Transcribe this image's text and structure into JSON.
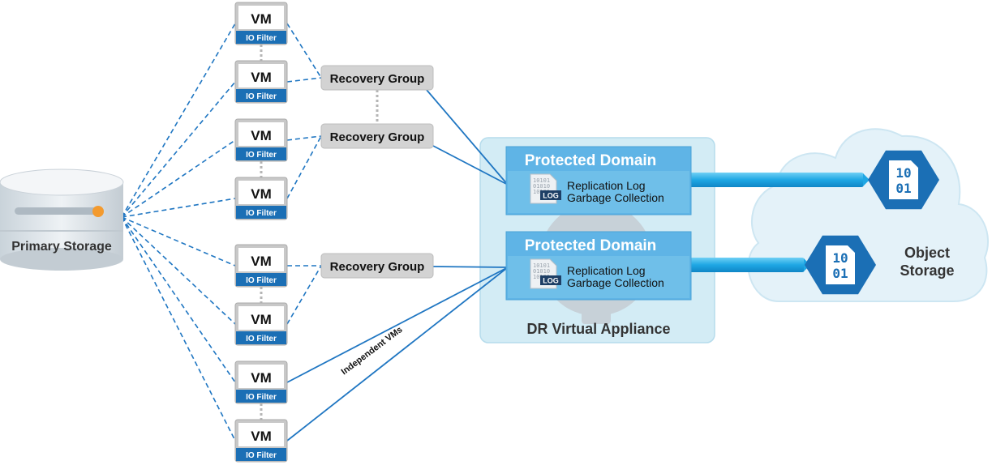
{
  "primary_storage": {
    "label": "Primary Storage"
  },
  "vms": [
    {
      "title": "VM",
      "filter": "IO Filter"
    },
    {
      "title": "VM",
      "filter": "IO Filter"
    },
    {
      "title": "VM",
      "filter": "IO Filter"
    },
    {
      "title": "VM",
      "filter": "IO Filter"
    },
    {
      "title": "VM",
      "filter": "IO Filter"
    },
    {
      "title": "VM",
      "filter": "IO Filter"
    },
    {
      "title": "VM",
      "filter": "IO Filter"
    },
    {
      "title": "VM",
      "filter": "IO Filter"
    }
  ],
  "recovery_groups": [
    {
      "label": "Recovery Group"
    },
    {
      "label": "Recovery Group"
    },
    {
      "label": "Recovery Group"
    }
  ],
  "independent_vms": {
    "label": "Independent VMs"
  },
  "appliance": {
    "label": "DR Virtual Appliance",
    "domains": [
      {
        "title": "Protected Domain",
        "line1": "Replication Log",
        "line2": "Garbage Collection",
        "badge": "LOG",
        "bits": [
          "10101",
          "01010",
          "10101"
        ]
      },
      {
        "title": "Protected Domain",
        "line1": "Replication Log",
        "line2": "Garbage Collection",
        "badge": "LOG",
        "bits": [
          "10101",
          "01010",
          "10101"
        ]
      }
    ]
  },
  "object_storage": {
    "label_line1": "Object",
    "label_line2": "Storage",
    "icons": [
      {
        "line1": "10",
        "line2": "01"
      },
      {
        "line1": "10",
        "line2": "01"
      }
    ]
  },
  "colors": {
    "blue": "#1b6fb5",
    "link": "#1f76c2",
    "appliance_bg": "#cfe9f3",
    "domain_bg": "#5fb4e6",
    "cloud": "#e3f2f9",
    "group_bg": "#d3d3d3"
  }
}
